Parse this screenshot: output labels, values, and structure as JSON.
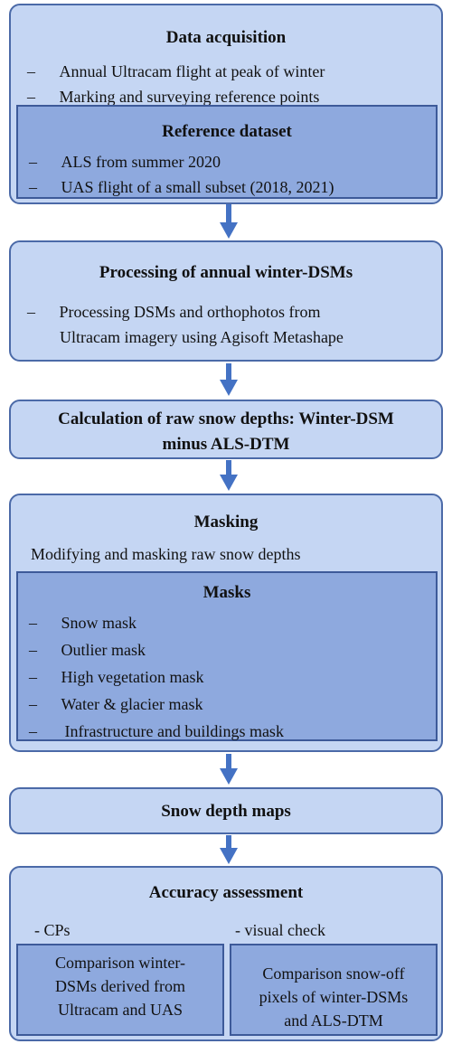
{
  "box1": {
    "title": "Data acquisition",
    "items": [
      "Annual Ultracam flight at peak of winter",
      "Marking and surveying reference points"
    ],
    "inner": {
      "title": "Reference dataset",
      "items": [
        "ALS from summer 2020",
        "UAS flight of a small subset (2018, 2021)"
      ]
    }
  },
  "box2": {
    "title": "Processing of annual winter-DSMs",
    "item_line1": "Processing DSMs and orthophotos from",
    "item_line2": "Ultracam imagery using Agisoft Metashape"
  },
  "box3": {
    "title_line1": "Calculation of raw snow depths: Winter-DSM",
    "title_line2": "minus ALS-DTM"
  },
  "box4": {
    "title": "Masking",
    "subtitle": "Modifying and masking raw snow depths",
    "inner": {
      "title": "Masks",
      "items": [
        "Snow mask",
        "Outlier mask",
        "High vegetation mask",
        "Water & glacier mask",
        "Infrastructure and buildings mask"
      ]
    }
  },
  "box5": {
    "title": "Snow depth maps"
  },
  "box6": {
    "title": "Accuracy assessment",
    "left_label": "- CPs",
    "right_label": "-  visual check",
    "left_box": [
      "Comparison winter-",
      "DSMs derived from",
      "Ultracam and UAS"
    ],
    "right_box": [
      "Comparison snow-off",
      "pixels of winter-DSMs",
      "and ALS-DTM"
    ]
  },
  "dash": "–",
  "colors": {
    "outer_fill": "#c5d6f3",
    "inner_fill": "#8ea9de",
    "border": "#4b6aa8",
    "arrow": "#4472c4"
  }
}
